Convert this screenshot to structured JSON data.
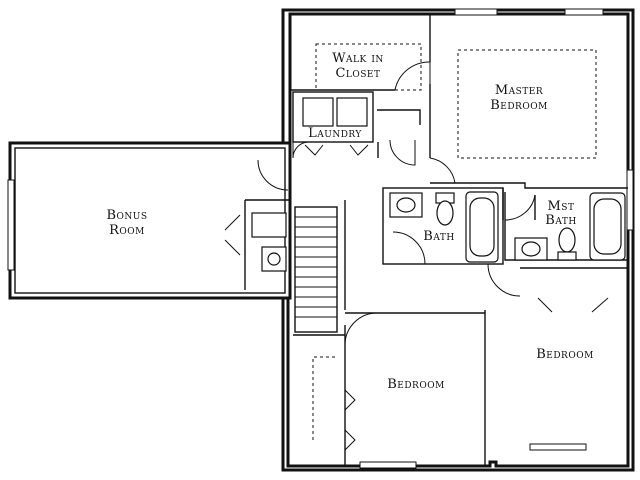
{
  "rooms": {
    "walk_in_closet": [
      "Walk in",
      "Closet"
    ],
    "master_bedroom": [
      "Master",
      "Bedroom"
    ],
    "laundry": "Laundry",
    "bonus_room": [
      "Bonus",
      "Room"
    ],
    "bath": "Bath",
    "mst_bath": [
      "Mst",
      "Bath"
    ],
    "bedroom_center": "Bedroom",
    "bedroom_right": "Bedroom"
  }
}
